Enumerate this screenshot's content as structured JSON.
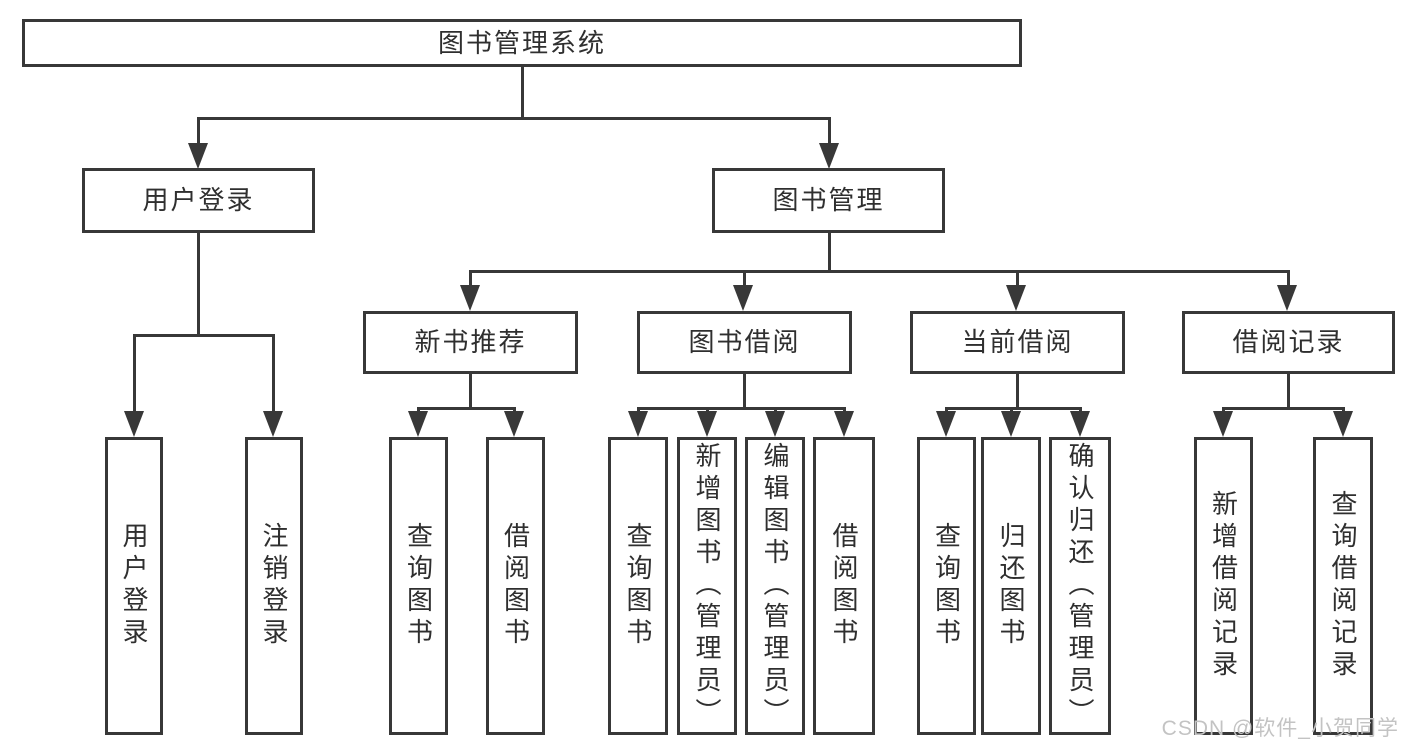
{
  "tree": {
    "root": {
      "label": "图书管理系统",
      "children": [
        {
          "label": "用户登录",
          "children": [
            {
              "label": "用户登录"
            },
            {
              "label": "注销登录"
            }
          ]
        },
        {
          "label": "图书管理",
          "children": [
            {
              "label": "新书推荐",
              "children": [
                {
                  "label": "查询图书"
                },
                {
                  "label": "借阅图书"
                }
              ]
            },
            {
              "label": "图书借阅",
              "children": [
                {
                  "label": "查询图书"
                },
                {
                  "label": "新增图书（管理员）"
                },
                {
                  "label": "编辑图书（管理员）"
                },
                {
                  "label": "借阅图书"
                }
              ]
            },
            {
              "label": "当前借阅",
              "children": [
                {
                  "label": "查询图书"
                },
                {
                  "label": "归还图书"
                },
                {
                  "label": "确认归还（管理员）"
                }
              ]
            },
            {
              "label": "借阅记录",
              "children": [
                {
                  "label": "新增借阅记录"
                },
                {
                  "label": "查询借阅记录"
                }
              ]
            }
          ]
        }
      ]
    }
  },
  "watermark": {
    "text": "CSDN @软件_小贺同学"
  },
  "colors": {
    "line": "#383838",
    "text": "#2f2f2f",
    "watermark": "#c3c3c3",
    "background": "#ffffff"
  }
}
